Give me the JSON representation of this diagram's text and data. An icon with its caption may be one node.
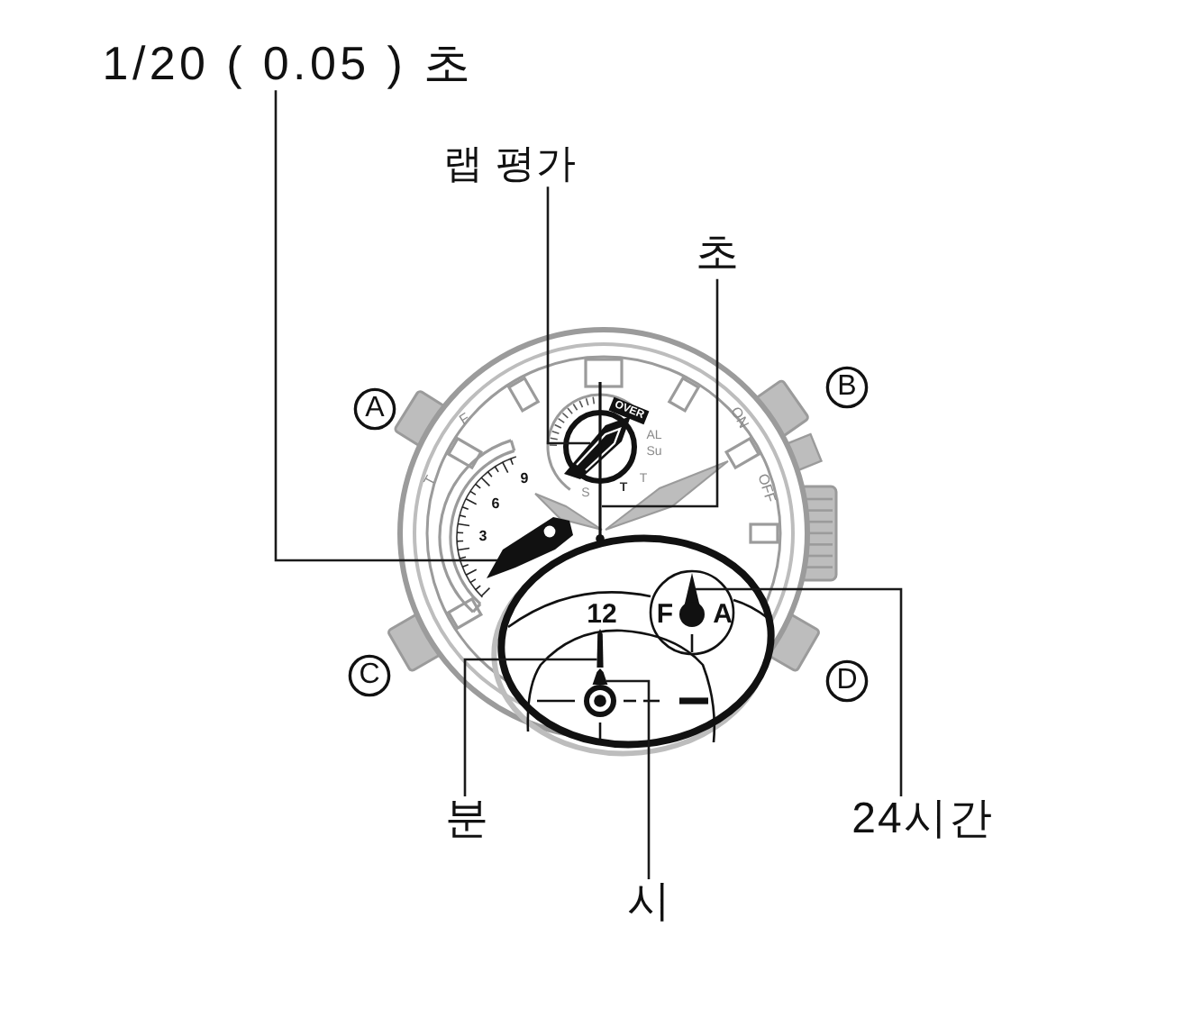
{
  "diagram": {
    "nodes": [
      {
        "text": [
          "1/20 ( 0.05 ) 초"
        ]
      },
      {
        "text": [
          "랩 평가"
        ]
      },
      {
        "text": [
          "초"
        ]
      },
      {
        "text": [
          "분"
        ]
      },
      {
        "text": [
          "시"
        ]
      },
      {
        "text": [
          "24시간"
        ]
      },
      {
        "text": [],
        "shape": "hand"
      },
      {
        "text": [],
        "shape": "hand"
      },
      {
        "text": [],
        "shape": "hand"
      },
      {
        "text": [],
        "shape": "hand"
      },
      {
        "text": [],
        "shape": "hand"
      },
      {
        "text": [],
        "shape": "hand"
      }
    ],
    "edges": [
      {
        "from": 0,
        "to": 6,
        "arrow": "none"
      },
      {
        "from": 1,
        "to": 7,
        "arrow": "none"
      },
      {
        "from": 2,
        "to": 8,
        "arrow": "none"
      },
      {
        "from": 3,
        "to": 9,
        "arrow": "none"
      },
      {
        "from": 4,
        "to": 10,
        "arrow": "none"
      },
      {
        "from": 5,
        "to": 11,
        "arrow": "none"
      }
    ],
    "labels": [
      "B",
      "A",
      "OVER",
      "ON",
      "F",
      "AL",
      "Su",
      "OFF",
      "T",
      "9",
      "T",
      "S",
      "T",
      "6",
      "3",
      "12",
      "F",
      "A",
      "C",
      "D"
    ]
  }
}
